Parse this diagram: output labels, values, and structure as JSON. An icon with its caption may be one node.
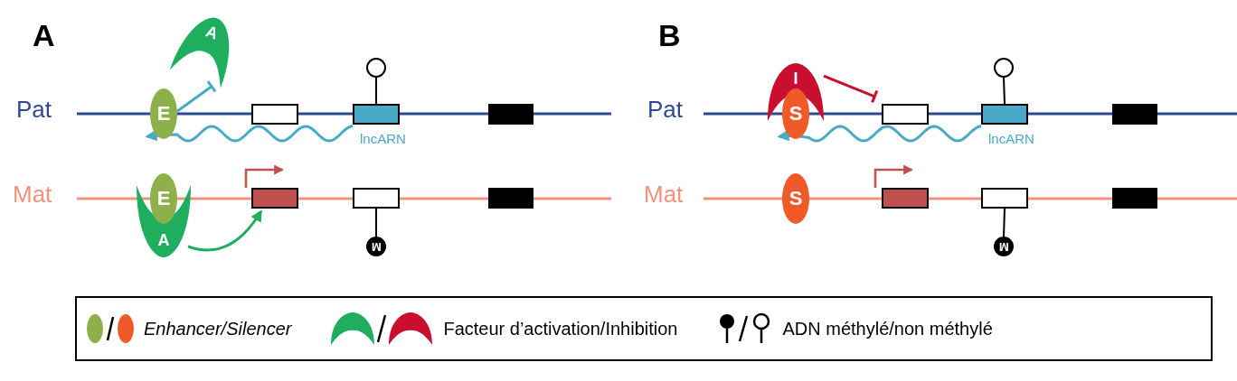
{
  "diagram": {
    "nodes": [
      {
        "text": [
          "E"
        ]
      },
      {
        "text": [
          "A"
        ]
      },
      {
        "text": [],
        "shape": "circle"
      },
      {
        "text": [],
        "shape": "box"
      },
      {
        "text": [],
        "shape": "box",
        "beside": [
          "lncARN"
        ]
      },
      {
        "text": [],
        "shape": "box"
      },
      {
        "text": [
          "E"
        ]
      },
      {
        "text": [
          "A"
        ]
      },
      {
        "text": [],
        "shape": "box"
      },
      {
        "text": [],
        "shape": "box"
      },
      {
        "text": [
          "M"
        ]
      },
      {
        "text": [],
        "shape": "box"
      },
      {
        "text": [
          "I"
        ]
      },
      {
        "text": [
          "S"
        ]
      },
      {
        "text": [],
        "shape": "circle"
      },
      {
        "text": [],
        "shape": "box"
      },
      {
        "text": [],
        "shape": "box",
        "beside": [
          "lncARN"
        ]
      },
      {
        "text": [],
        "shape": "box"
      },
      {
        "text": [
          "S"
        ]
      },
      {
        "text": [],
        "shape": "box"
      },
      {
        "text": [],
        "shape": "box"
      },
      {
        "text": [
          "M"
        ]
      },
      {
        "text": [],
        "shape": "box"
      }
    ],
    "edges": [
      {
        "from": 0,
        "to": 1,
        "arrow": "other",
        "color": "#4aa8c8"
      },
      {
        "from": 7,
        "to": 8,
        "arrow": "to",
        "color": "#1fae5e"
      },
      {
        "from": 12,
        "to": 15,
        "arrow": "other",
        "color": "#c8102e"
      },
      {
        "from": 2,
        "to": 4,
        "arrow": "none"
      },
      {
        "from": 10,
        "to": 9,
        "arrow": "none"
      },
      {
        "from": 14,
        "to": 16,
        "arrow": "none"
      },
      {
        "from": 21,
        "to": 20,
        "arrow": "none"
      },
      {
        "from": 4,
        "to": 0,
        "arrow": "to",
        "color": "#4aa8c8"
      },
      {
        "from": 16,
        "to": 13,
        "arrow": "to",
        "color": "#4aa8c8"
      }
    ],
    "labels": [
      "A",
      "Pat",
      "Mat",
      "B",
      "Pat",
      "Mat"
    ],
    "legend": [
      {
        "text": "Enhancer/Silencer"
      },
      {
        "text": "Facteur d’activation/Inhibition"
      },
      {
        "text": "ADN méthylé/non méthylé"
      }
    ]
  }
}
